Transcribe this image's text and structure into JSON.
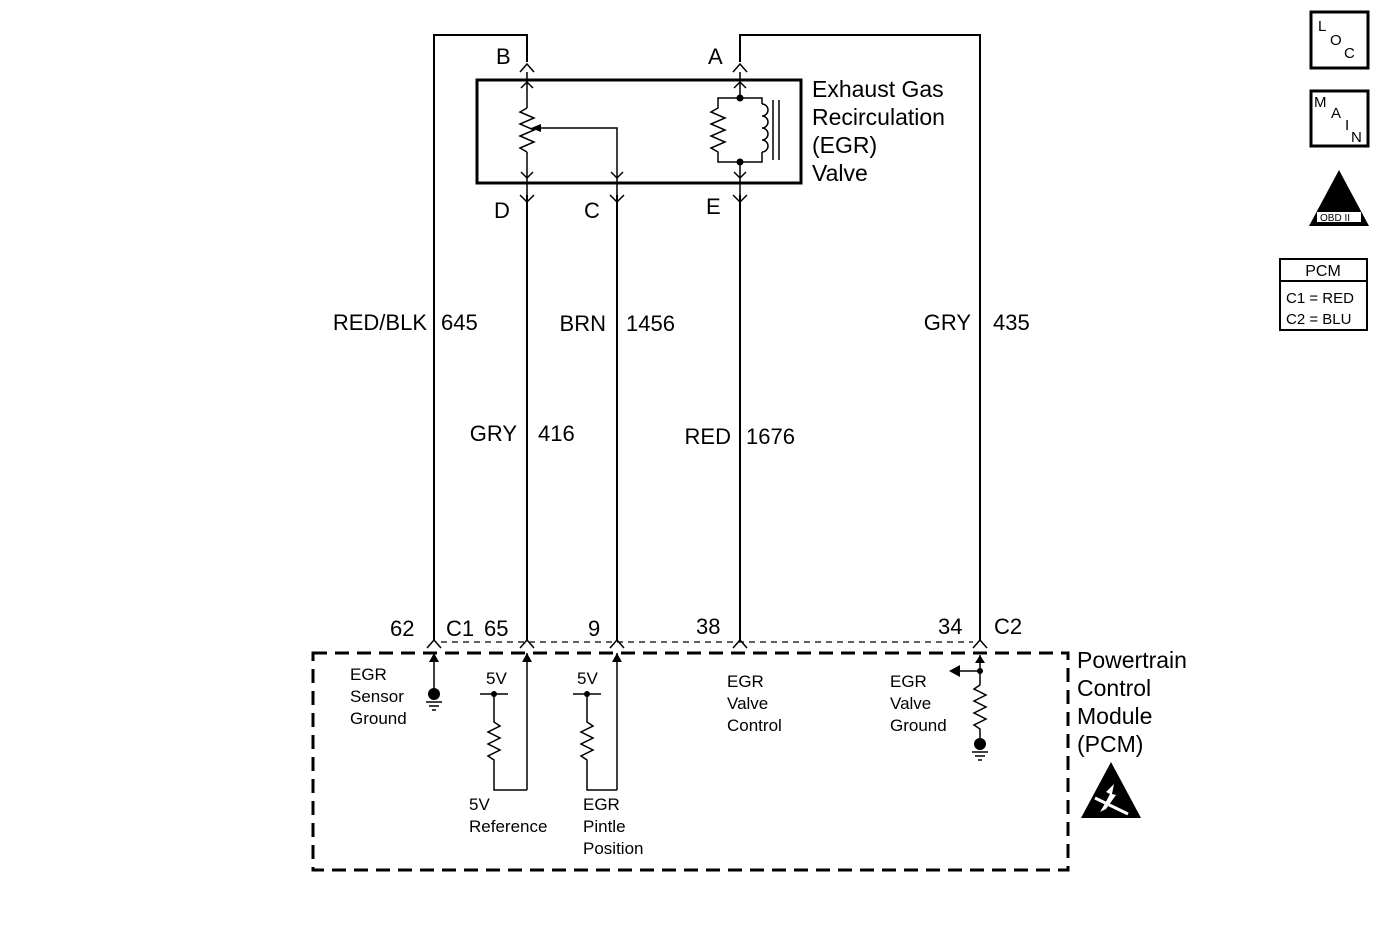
{
  "component": {
    "name_lines": [
      "Exhaust Gas",
      "Recirculation",
      "(EGR)",
      "Valve"
    ]
  },
  "pins": {
    "a": "A",
    "b": "B",
    "c": "C",
    "d": "D",
    "e": "E"
  },
  "wires": {
    "red_blk": {
      "color": "RED/BLK",
      "circuit": "645"
    },
    "gry_416": {
      "color": "GRY",
      "circuit": "416"
    },
    "brn": {
      "color": "BRN",
      "circuit": "1456"
    },
    "red": {
      "color": "RED",
      "circuit": "1676"
    },
    "gry_435": {
      "color": "GRY",
      "circuit": "435"
    }
  },
  "connector_pins": {
    "p62": "62",
    "p65": "65",
    "p9": "9",
    "p38": "38",
    "p34": "34",
    "c1": "C1",
    "c2": "C2"
  },
  "pcm": {
    "name_lines": [
      "Powertrain",
      "Control",
      "Module",
      "(PCM)"
    ],
    "egr_sensor_ground": [
      "EGR",
      "Sensor",
      "Ground"
    ],
    "v5_a": "5V",
    "v5_b": "5V",
    "ref_5v": [
      "5V",
      "Reference"
    ],
    "egr_pintle": [
      "EGR",
      "Pintle",
      "Position"
    ],
    "egr_valve_control": [
      "EGR",
      "Valve",
      "Control"
    ],
    "egr_valve_ground": [
      "EGR",
      "Valve",
      "Ground"
    ]
  },
  "legend": {
    "loc_l": "L",
    "loc_o": "O",
    "loc_c": "C",
    "main_m": "M",
    "main_a": "A",
    "main_i": "I",
    "main_n": "N",
    "obd_ii": "II",
    "obd_text": "OBD II",
    "pcm_title": "PCM",
    "pcm_c1": "C1 = RED",
    "pcm_c2": "C2 = BLU"
  }
}
